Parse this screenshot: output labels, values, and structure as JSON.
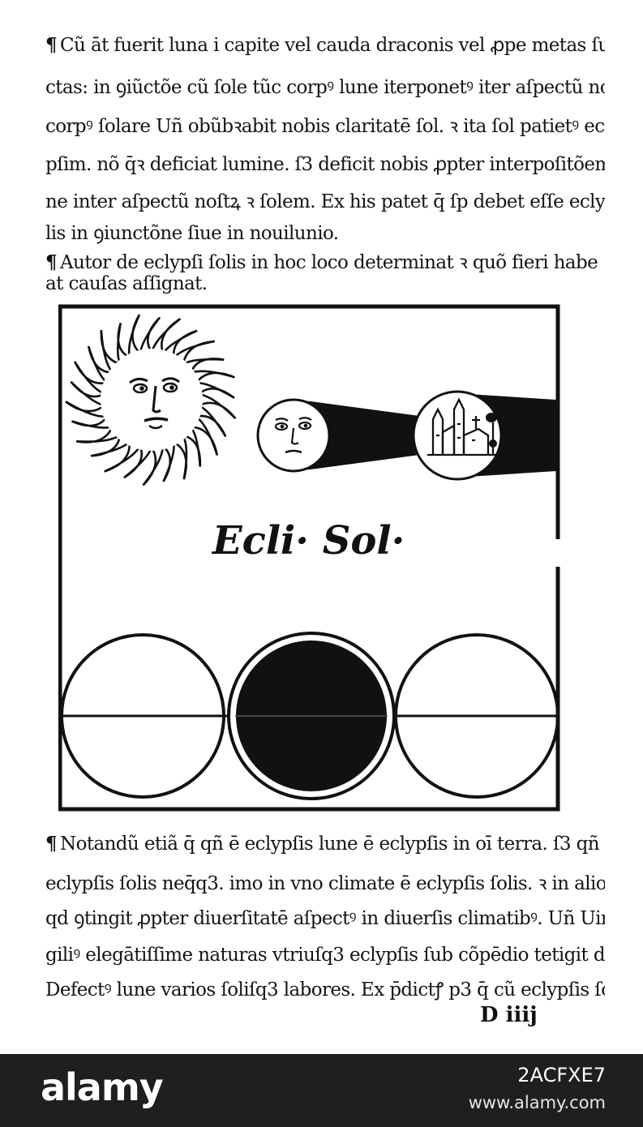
{
  "text_top": [
    "Cũ āt fuerit luna i capite vel cauda draconis vel ꝓpe metas ſupdi",
    "ctas: in ꝯiũctõe cũ ſole tũc corpꝰ lune iterponetꝰ iter aſpectũ noſtꝝ ꝛ",
    "corpꝰ ſolare Uñ obũbꝛabit nobis claritatē ſol. ꝛ ita ſol patietꝰ ecly",
    "pſim. nõ q̄ꝛ deficiat lumine. ſ3 deficit nobis ꝓpter interpoſitõem lu",
    "ne inter aſpectũ noſtꝝ ꝛ ſolem. Ex his patet q̄ ſp debet eſſe eclypſis ſo",
    "lis in ꝯiunctõne ſiue in nouilunio.",
    "Autor de eclypſi ſolis in hoc loco determinat ꝛ quõ fieri habe",
    "at cauſas aſſignat."
  ],
  "figure": {
    "caption": "Ecli· Sol·",
    "ink_color": "#111111"
  },
  "text_bottom": [
    "Notandũ etiã q̄ qñ ē eclypſis lune ē eclypſis in oī terra. ſ3 qñ eſt",
    "eclypſis ſolis neq̄q3. imo in vno climate ē eclypſis ſolis. ꝛ in alio nõ",
    "qd ꝯtingit ꝓpter diuerſitatē aſpectꝰ in diuerſis climatibꝰ. Uñ Uir",
    "giliꝰ elegātiſſime naturas vtriuſq3 eclypſis ſub cõpēdio tetigit dicēs",
    "Defectꝰ lune varios ſoliſq3 labores. Ex p̄dictꝭ p3 q̄ cũ eclypſis ſolis"
  ],
  "folio": "D iiij",
  "watermark_bar": {
    "logo": "alamy",
    "image_id": "2ACFXE7",
    "url": "www.alamy.com"
  }
}
